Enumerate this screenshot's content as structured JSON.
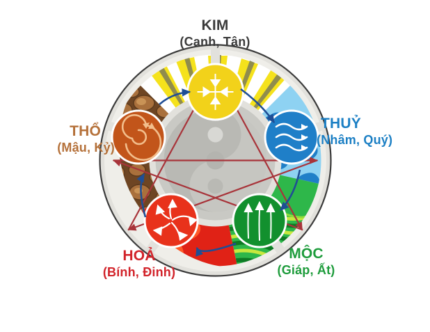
{
  "diagram": {
    "title_semantic": "ngu-hanh-five-elements-wheel",
    "center_symbol": "yin-yang",
    "cycle_inner": "overcoming-cycle-pentagram",
    "cycle_outer": "generating-cycle-arrows"
  },
  "elements": [
    {
      "key": "kim",
      "name": "KIM",
      "stems": "(Canh, Tân)",
      "color": "#3b3b3b",
      "icon_color": "#F2D21A",
      "icon_name": "metal-cross-arrows-icon",
      "texture": "yellow-metal-rays",
      "position": "top"
    },
    {
      "key": "thuy",
      "name": "THUỶ",
      "stems": "(Nhâm, Quý)",
      "color": "#1b7fc4",
      "icon_color": "#1F7FC8",
      "icon_name": "water-waves-icon",
      "texture": "blue-cloud-swirls",
      "position": "right"
    },
    {
      "key": "moc",
      "name": "MỘC",
      "stems": "(Giáp, Ất)",
      "color": "#1e9c3c",
      "icon_color": "#12902E",
      "icon_name": "wood-sprouts-icon",
      "texture": "green-grain-waves",
      "position": "bottom-right"
    },
    {
      "key": "hoa",
      "name": "HOẢ",
      "stems": "(Bính, Đinh)",
      "color": "#d2232a",
      "icon_color": "#E8321B",
      "icon_name": "fire-radiating-arrows-icon",
      "texture": "red-flame-swirls",
      "position": "bottom-left"
    },
    {
      "key": "tho",
      "name": "THỔ",
      "stems": "(Mậu, Kỷ)",
      "color": "#b5713a",
      "icon_color": "#C2551A",
      "icon_name": "earth-spiral-icon",
      "texture": "brown-pebbles",
      "position": "left"
    }
  ],
  "palette": {
    "wheel_rim": "#E2E1DC",
    "wheel_outline": "#3b3b3b",
    "inner_disc": "#C9C9C4",
    "pentagram_stroke": "#A8343A",
    "generating_arrow": "#1F4E95"
  }
}
